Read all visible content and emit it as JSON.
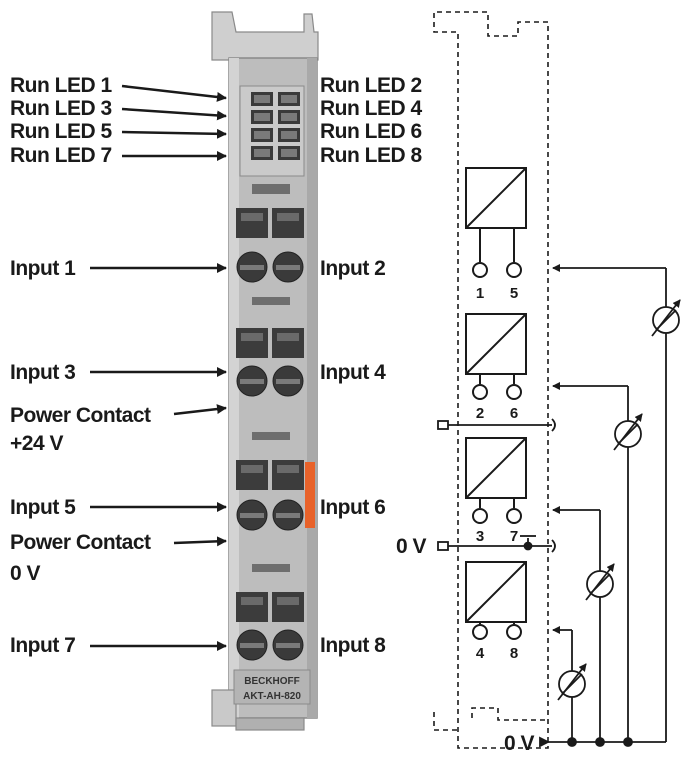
{
  "labels": {
    "run_led_1": "Run LED 1",
    "run_led_2": "Run LED 2",
    "run_led_3": "Run LED 3",
    "run_led_4": "Run LED 4",
    "run_led_5": "Run LED 5",
    "run_led_6": "Run LED 6",
    "run_led_7": "Run LED 7",
    "run_led_8": "Run LED 8",
    "input_1": "Input 1",
    "input_2": "Input 2",
    "input_3": "Input 3",
    "input_4": "Input 4",
    "input_5": "Input 5",
    "input_6": "Input 6",
    "input_7": "Input 7",
    "input_8": "Input 8",
    "power_contact_24": "Power Contact",
    "power_contact_24_value": "+24 V",
    "power_contact_0": "Power Contact",
    "power_contact_0_value": "0 V"
  },
  "module": {
    "brand": "BECKHOFF",
    "model": "AKT-AH-820"
  },
  "schematic": {
    "terminals": [
      {
        "a": "1",
        "b": "5"
      },
      {
        "a": "2",
        "b": "6"
      },
      {
        "a": "3",
        "b": "7"
      },
      {
        "a": "4",
        "b": "8"
      }
    ],
    "zero_v_left": "0 V",
    "zero_v_bottom": "0 V"
  },
  "colors": {
    "module_gray": "#bdbdbd",
    "accent_orange": "#e8622a",
    "ink": "#1a1a1a"
  }
}
